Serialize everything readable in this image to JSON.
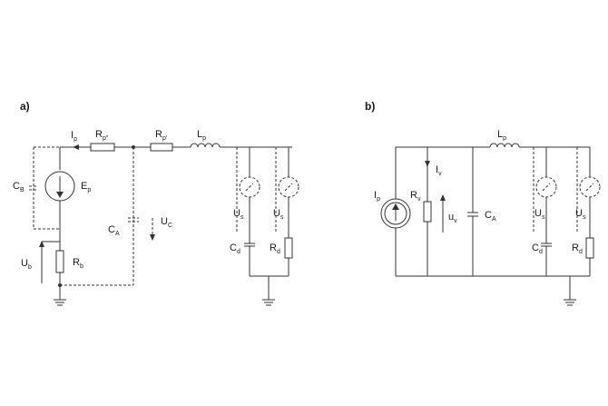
{
  "diagram_a": {
    "panel_label": "a)",
    "I_p": {
      "main": "I",
      "sub": "p"
    },
    "R_p2": {
      "main": "R",
      "sub": "p\""
    },
    "R_p1": {
      "main": "R",
      "sub": "p'"
    },
    "L_p": {
      "main": "L",
      "sub": "p"
    },
    "C_B": {
      "main": "C",
      "sub": "B"
    },
    "E_p": {
      "main": "E",
      "sub": "p"
    },
    "C_A": {
      "main": "C",
      "sub": "A"
    },
    "U_C": {
      "main": "U",
      "sub": "C"
    },
    "U_b": {
      "main": "U",
      "sub": "b"
    },
    "R_b": {
      "main": "R",
      "sub": "b"
    },
    "U_s1": {
      "main": "U",
      "sub": "s"
    },
    "U_s2": {
      "main": "U",
      "sub": "s"
    },
    "C_d": {
      "main": "C",
      "sub": "d"
    },
    "R_d": {
      "main": "R",
      "sub": "d"
    }
  },
  "diagram_b": {
    "panel_label": "b)",
    "L_p": {
      "main": "L",
      "sub": "p"
    },
    "I_v": {
      "main": "I",
      "sub": "v"
    },
    "I_p": {
      "main": "I",
      "sub": "p"
    },
    "R_v": {
      "main": "R",
      "sub": "v"
    },
    "u_v": {
      "main": "u",
      "sub": "v"
    },
    "C_A": {
      "main": "C",
      "sub": "A"
    },
    "U_s1": {
      "main": "U",
      "sub": "s"
    },
    "U_s2": {
      "main": "U",
      "sub": "s"
    },
    "C_d": {
      "main": "C",
      "sub": "d"
    },
    "R_d": {
      "main": "R",
      "sub": "d"
    }
  }
}
